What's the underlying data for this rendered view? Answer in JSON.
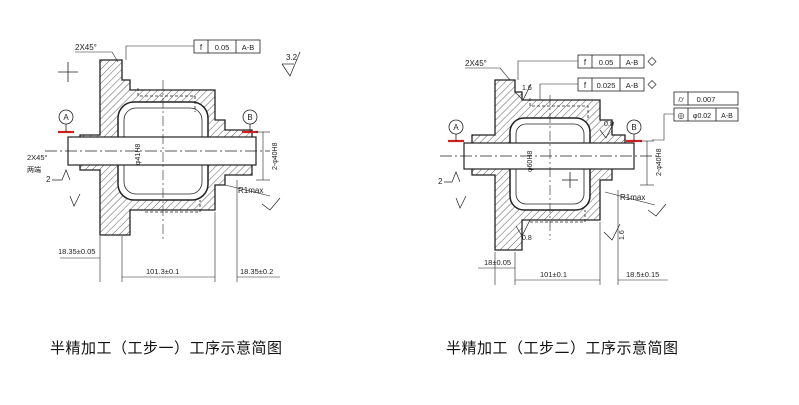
{
  "figures": [
    {
      "caption": "半精加工（工步一）工序示意简图",
      "chamfer": "2X45°",
      "chamfer_left": "2X45°",
      "chamfer_left_note": "两端",
      "runout_symbol": "f",
      "runout_value": "0.05",
      "runout_datum": "A-B",
      "datum_a": "A",
      "datum_b": "B",
      "roughness": "3.2",
      "bore_dim": "φ41H8",
      "shaft_dim": "2-φ40H8",
      "radius": "R1max",
      "dim_left": "18.35±0.05",
      "dim_mid": "101.3±0.1",
      "dim_right": "18.35±0.2",
      "small_mark": "2"
    },
    {
      "caption": "半精加工（工步二）工序示意简图",
      "chamfer": "2X45°",
      "runout1_symbol": "f",
      "runout1_value": "0.05",
      "runout1_datum": "A-B",
      "runout2_symbol": "f",
      "runout2_value": "0.025",
      "runout2_datum": "A-B",
      "cyl_symbol": "⌭",
      "cyl_value": "0.007",
      "pos_symbol": "◎",
      "pos_value": "φ0.02",
      "pos_datum": "A-B",
      "datum_a": "A",
      "datum_b": "B",
      "rough_1": "1.6",
      "rough_2": "0.8",
      "rough_3": "0.8",
      "rough_4": "1.6",
      "bore_dim": "φ60H8",
      "shaft_dim": "2-φ40H8",
      "radius": "R1max",
      "dim_left": "18±0.05",
      "dim_mid": "101±0.1",
      "dim_right": "18.5±0.15",
      "small_mark": "2"
    }
  ]
}
